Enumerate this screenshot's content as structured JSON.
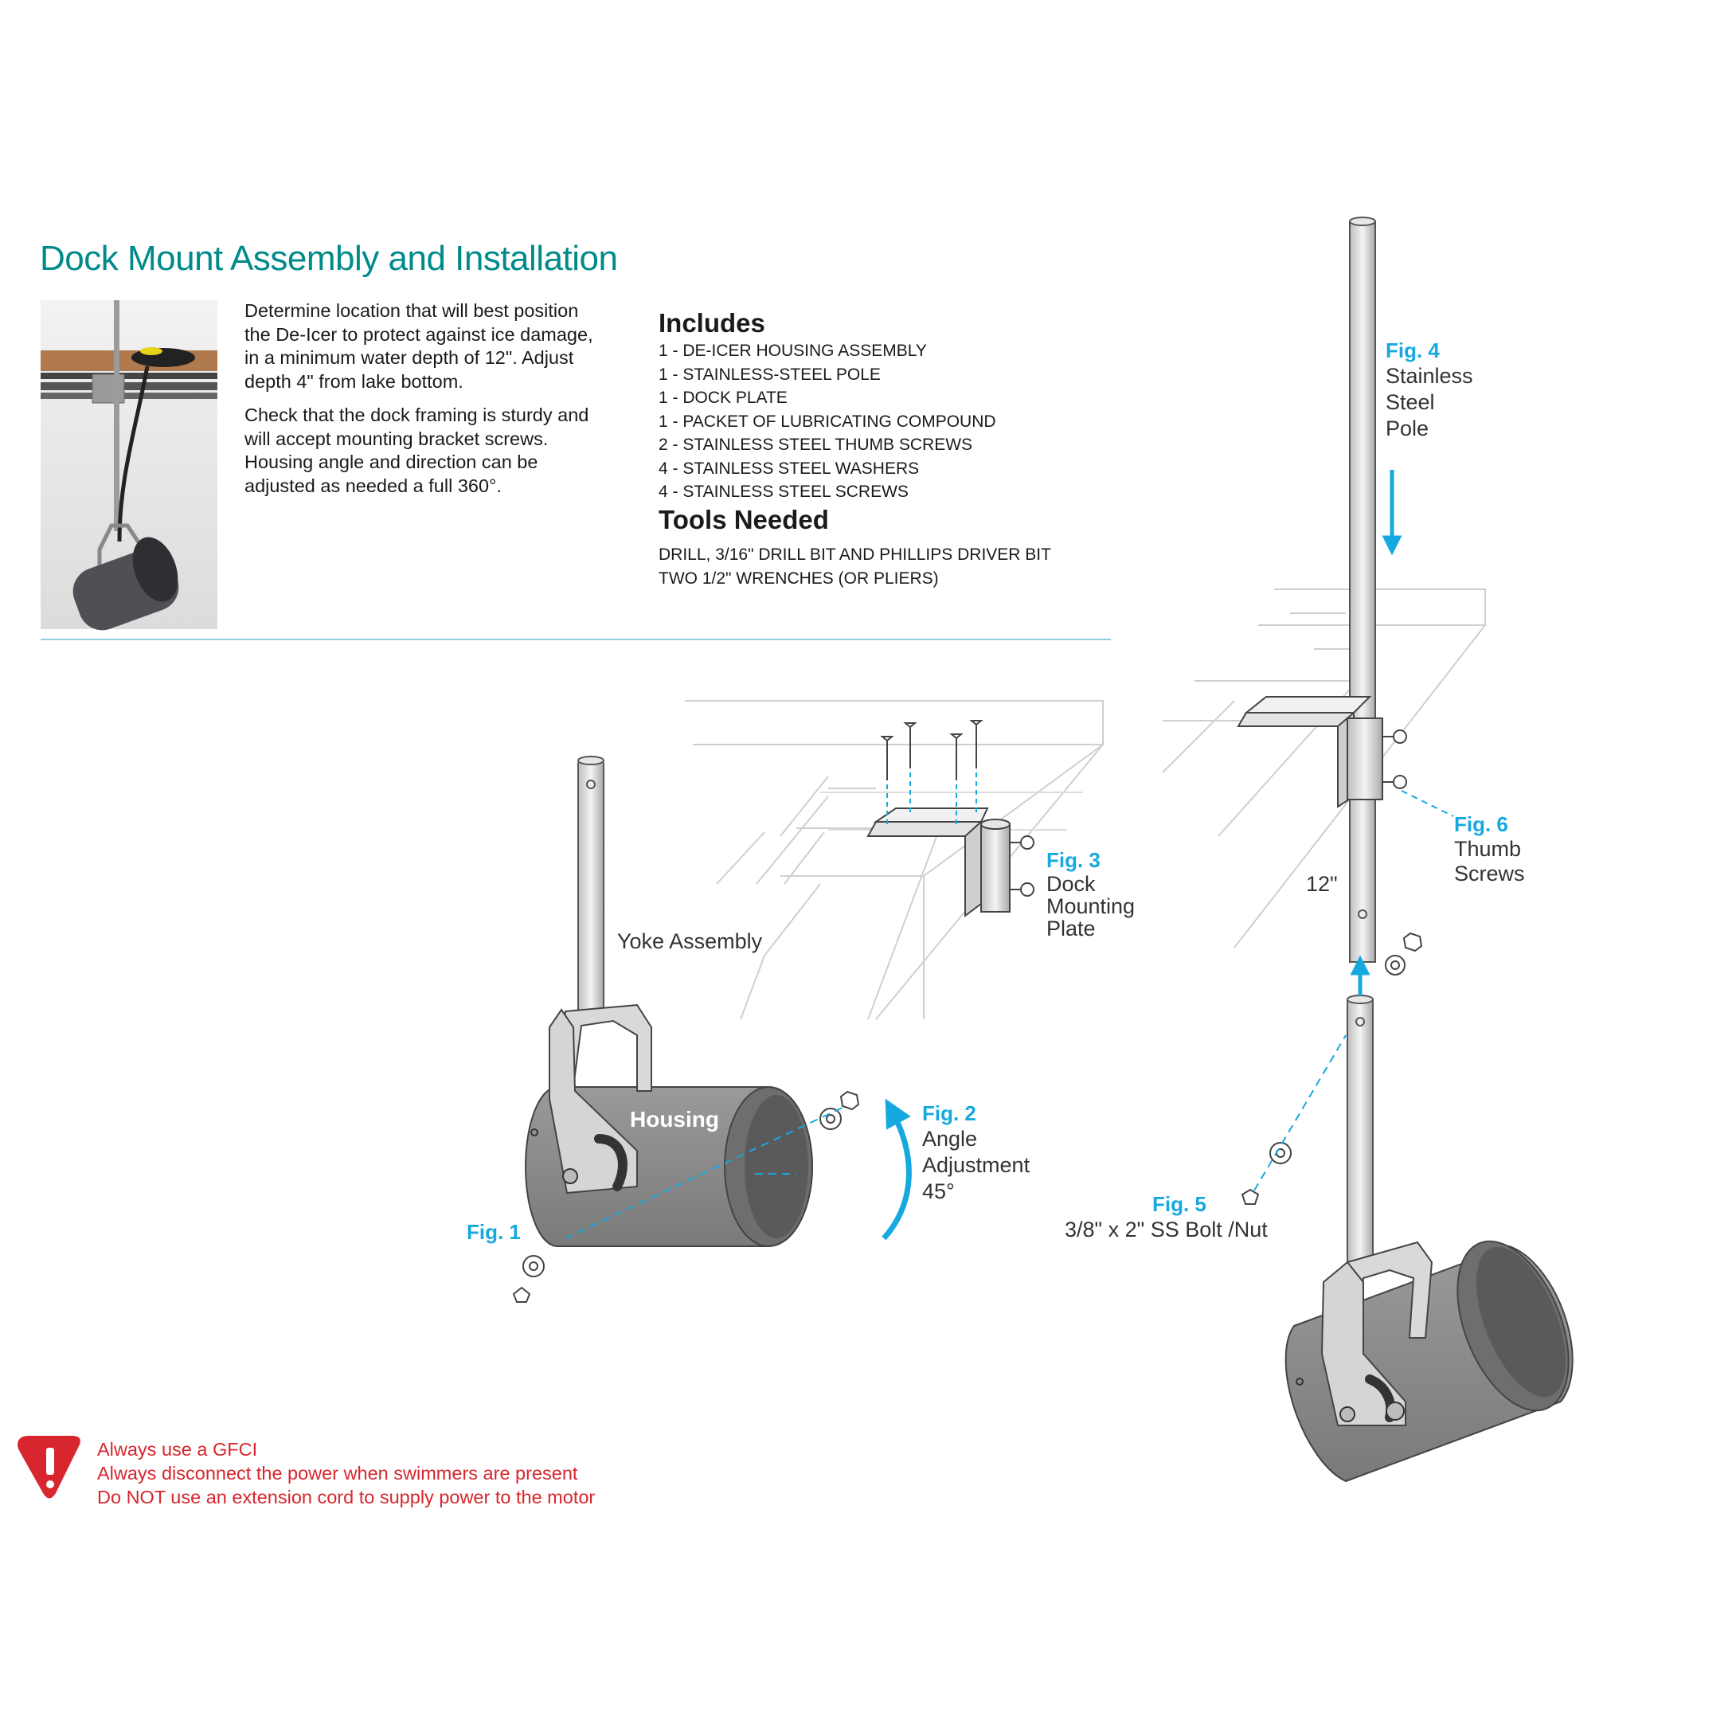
{
  "header": {
    "title": "Dock Mount Assembly and Installation"
  },
  "intro": {
    "p1": "Determine location that will best position the De-Icer to protect against ice damage, in a minimum water depth of 12\". Adjust depth 4\" from lake bottom.",
    "p2": "Check that the dock framing is sturdy and will accept mounting bracket screws. Housing angle and direction can be adjusted as needed a full 360°."
  },
  "includes": {
    "heading": "Includes",
    "items": [
      "1 - DE-ICER HOUSING ASSEMBLY",
      "1 - STAINLESS-STEEL POLE",
      "1 - DOCK PLATE",
      "1 - PACKET OF LUBRICATING COMPOUND",
      "2 - STAINLESS STEEL THUMB SCREWS",
      "4 - STAINLESS STEEL WASHERS",
      "4 - STAINLESS STEEL SCREWS"
    ]
  },
  "tools": {
    "heading": "Tools Needed",
    "items": [
      "DRILL, 3/16\" DRILL BIT AND PHILLIPS DRIVER BIT",
      "TWO 1/2\" WRENCHES (OR PLIERS)"
    ]
  },
  "figures": {
    "fig1": {
      "label": "Fig. 1"
    },
    "fig2": {
      "label": "Fig. 2",
      "line1": "Angle",
      "line2": "Adjustment",
      "line3": "45°"
    },
    "fig3": {
      "label": "Fig. 3",
      "line1": "Dock",
      "line2": "Mounting",
      "line3": "Plate"
    },
    "fig4": {
      "label": "Fig. 4",
      "line1": "Stainless",
      "line2": "Steel",
      "line3": "Pole"
    },
    "fig5": {
      "label": "Fig. 5",
      "line1": "3/8\" x 2\" SS Bolt /Nut"
    },
    "fig6": {
      "label": "Fig. 6",
      "line1": "Thumb",
      "line2": "Screws"
    },
    "yoke": "Yoke Assembly",
    "housing": "Housing",
    "dim": "12\""
  },
  "warnings": [
    "Always use a GFCI",
    "Always disconnect the power when swimmers are present",
    "Do NOT use an extension cord to supply power to the motor"
  ],
  "colors": {
    "title": "#008a8a",
    "accent": "#16a9e0",
    "warning": "#d7262d",
    "housing": "#8c8c8c"
  }
}
